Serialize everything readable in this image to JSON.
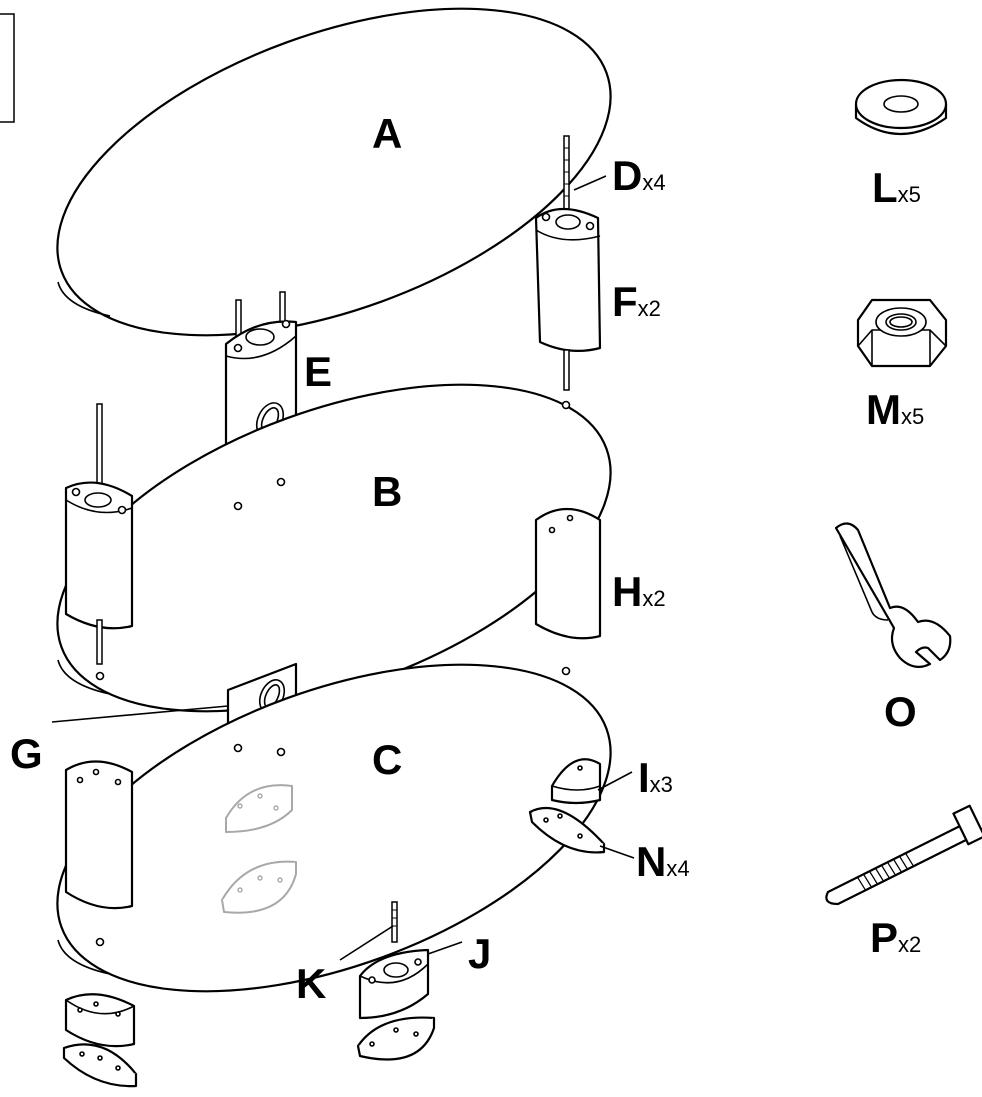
{
  "labels": {
    "A": {
      "letter": "A",
      "qty": ""
    },
    "B": {
      "letter": "B",
      "qty": ""
    },
    "C": {
      "letter": "C",
      "qty": ""
    },
    "D": {
      "letter": "D",
      "qty": "x4"
    },
    "E": {
      "letter": "E",
      "qty": ""
    },
    "F": {
      "letter": "F",
      "qty": "x2"
    },
    "G": {
      "letter": "G",
      "qty": ""
    },
    "H": {
      "letter": "H",
      "qty": "x2"
    },
    "I": {
      "letter": "I",
      "qty": "x3"
    },
    "J": {
      "letter": "J",
      "qty": ""
    },
    "K": {
      "letter": "K",
      "qty": ""
    },
    "L": {
      "letter": "L",
      "qty": "x5"
    },
    "M": {
      "letter": "M",
      "qty": "x5"
    },
    "N": {
      "letter": "N",
      "qty": "x4"
    },
    "O": {
      "letter": "O",
      "qty": ""
    },
    "P": {
      "letter": "P",
      "qty": "x2"
    }
  },
  "icons": {
    "washer": "washer-icon",
    "nut": "hex-nut-icon",
    "wrench": "wrench-icon",
    "cable_tie": "cable-tie-icon"
  },
  "colors": {
    "line": "#000000",
    "ghost_line": "#a8a8a8",
    "background": "#ffffff"
  }
}
